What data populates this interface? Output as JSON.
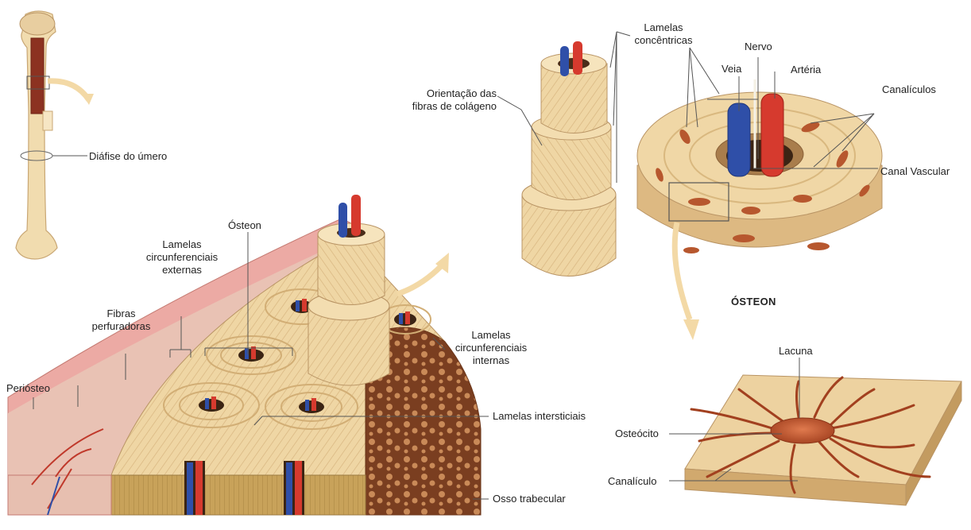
{
  "labels": {
    "diafise": "Diáfise do úmero",
    "orientacao_1": "Orientação das",
    "orientacao_2": "fibras de colágeno",
    "lamelas_conc_1": "Lamelas",
    "lamelas_conc_2": "concêntricas",
    "nervo": "Nervo",
    "veia": "Veia",
    "arteria": "Artéria",
    "canaliculos": "Canalículos",
    "canal_vascular": "Canal Vascular",
    "osteon_title": "ÓSTEON",
    "osteon": "Ósteon",
    "lamelas_ext_1": "Lamelas",
    "lamelas_ext_2": "circunferenciais",
    "lamelas_ext_3": "externas",
    "fibras_1": "Fibras",
    "fibras_2": "perfuradoras",
    "periosteo": "Periósteo",
    "lamelas_int_1": "Lamelas",
    "lamelas_int_2": "circunferenciais",
    "lamelas_int_3": "internas",
    "lamelas_intersticiais": "Lamelas intersticiais",
    "osso_trabecular": "Osso trabecular",
    "lacuna": "Lacuna",
    "osteocito": "Osteócito",
    "canaliculo": "Canalículo"
  },
  "colors": {
    "bone": "#efd6a4",
    "bone_dark": "#d9b47a",
    "artery": "#d63a2e",
    "vein": "#2f4fa8",
    "periosteum": "#e9a3a0",
    "trabecular": "#9a5a33",
    "cell": "#b5552f",
    "arrow": "#f3d9a6"
  }
}
